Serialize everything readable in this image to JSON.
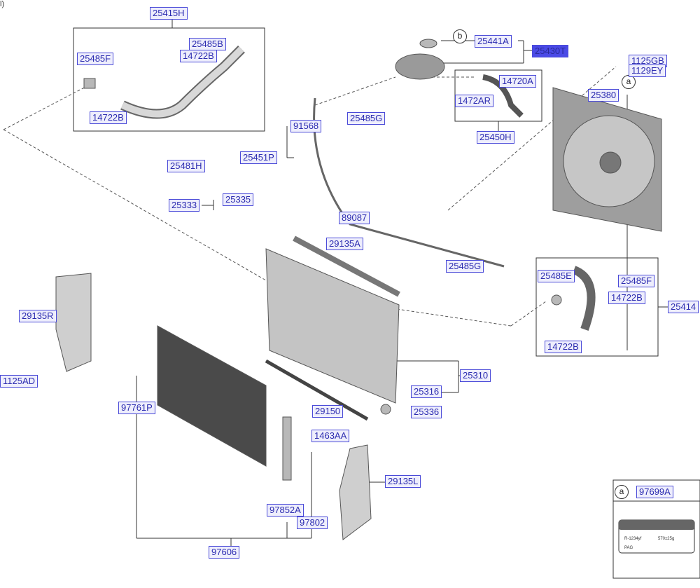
{
  "corner_text": "l)",
  "callouts": [
    "b",
    "a",
    "a"
  ],
  "labels": {
    "l25415H": "25415H",
    "l25485F_a": "25485F",
    "l25485B": "25485B",
    "l14722B_a": "14722B",
    "l14722B_b": "14722B",
    "l25481H": "25481H",
    "l25441A": "25441A",
    "l25430T": "25430T",
    "l1125GB": "1125GB",
    "l1129EY": "1129EY",
    "l14720A": "14720A",
    "l1472AR": "1472AR",
    "l25450H": "25450H",
    "l25380": "25380",
    "l91568": "91568",
    "l25485G_a": "25485G",
    "l25451P": "25451P",
    "l25333": "25333",
    "l25335": "25335",
    "l89087": "89087",
    "l29135A": "29135A",
    "l25485G_b": "25485G",
    "l25485E": "25485E",
    "l25485F_b": "25485F",
    "l14722B_c": "14722B",
    "l25414": "25414",
    "l14722B_d": "14722B",
    "l29135R": "29135R",
    "l1125AD": "1125AD",
    "l25310": "25310",
    "l25316": "25316",
    "l29150": "29150",
    "l25336": "25336",
    "l97761P": "97761P",
    "l1463AA": "1463AA",
    "l29135L": "29135L",
    "l97852A": "97852A",
    "l97802": "97802",
    "l97606": "97606",
    "l97699A": "97699A"
  },
  "highlighted_part": "25430T",
  "sticker": {
    "refrigerant": "R-1234yf",
    "amount": "570±25g",
    "oil": "PAG"
  }
}
